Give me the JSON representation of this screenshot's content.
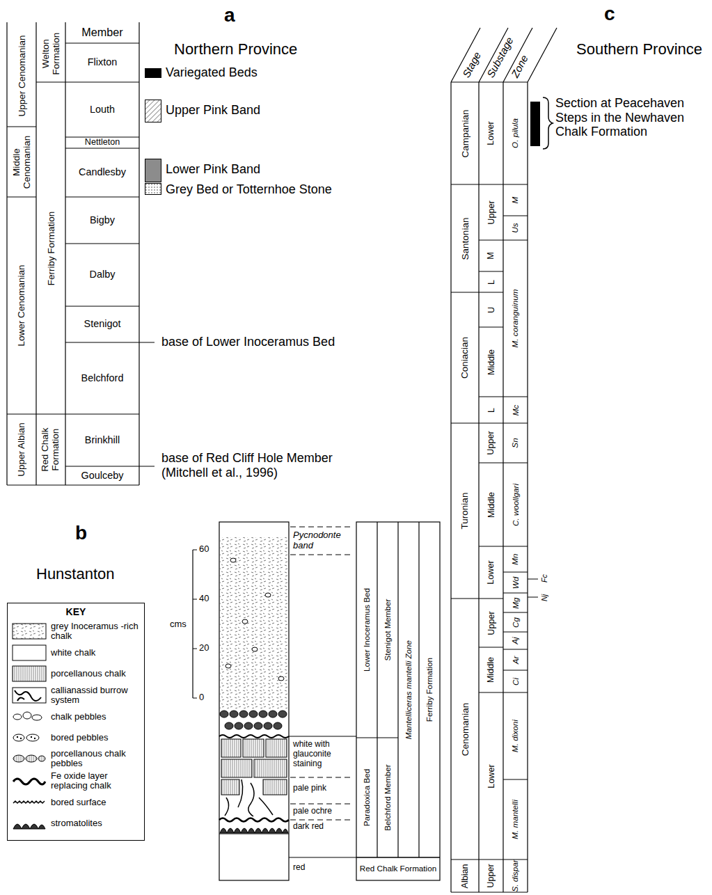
{
  "diagram": {
    "nodes": [
      {
        "text": [
          "KEY"
        ]
      }
    ],
    "labels": [
      "a",
      "Northern Province",
      "Member",
      "Upper Cenomanian",
      "Middle Cenomanian",
      "Lower Cenomanian",
      "Upper Albian",
      "Welton Formation",
      "Ferriby Formation",
      "Red Chalk Formation",
      "Flixton",
      "Louth",
      "Nettleton",
      "Candlesby",
      "Bigby",
      "Dalby",
      "Stenigot",
      "Belchford",
      "Brinkhill",
      "Goulceby",
      "base of Lower Inoceramus Bed",
      "base of Red Cliff Hole Member (Mitchell et al., 1996)",
      "b",
      "Hunstanton",
      "cms",
      "60",
      "40",
      "20",
      "0",
      "Pycnodonte band",
      "white with glauconite staining",
      "pale pink",
      "pale ochre",
      "dark red",
      "red",
      "Lower Inoceramus Bed",
      "Paradoxica Bed",
      "Stenigot Member",
      "Belchford Member",
      "Mantelliceras mantelli Zone",
      "Ferriby Formation",
      "Red Chalk Formation",
      "c",
      "Southern Province",
      "Stage",
      "Substage",
      "Zone",
      "Campanian",
      "Santonian",
      "Coniacian",
      "Turonian",
      "Cenomanian",
      "Albian",
      "Lower",
      "Upper",
      "M",
      "L",
      "U",
      "Middle",
      "L",
      "Upper",
      "Middle",
      "Lower",
      "Upper",
      "Middle",
      "Lower",
      "Upper",
      "O. pilula",
      "M",
      "Us",
      "M. coranguinum",
      "Mc",
      "Sn",
      "C. woollgari",
      "Mn",
      "Wd",
      "Mg",
      "Cg",
      "Aj",
      "Ar",
      "Ci",
      "M. dixoni",
      "M. mantelli",
      "S. dispar",
      "Fc",
      "Nj",
      "Section at Peacehaven Steps in the Newhaven Chalk Formation"
    ],
    "legend": [
      {
        "text": "Variegated Beds",
        "color": "#000000"
      },
      {
        "text": "Upper Pink Band"
      },
      {
        "text": "Lower Pink Band",
        "color": "#8c8c8c"
      },
      {
        "text": "Grey Bed or Totternhoe Stone"
      },
      {
        "text": "grey Inoceramus -rich chalk"
      },
      {
        "text": "white chalk"
      },
      {
        "text": "porcellanous chalk"
      },
      {
        "text": "callianassid burrow system"
      },
      {
        "text": "chalk pebbles"
      },
      {
        "text": "bored pebbles"
      },
      {
        "text": "porcellanous chalk pebbles"
      },
      {
        "text": "Fe oxide layer replacing chalk"
      },
      {
        "text": "bored surface"
      },
      {
        "text": "stromatolites"
      }
    ]
  }
}
